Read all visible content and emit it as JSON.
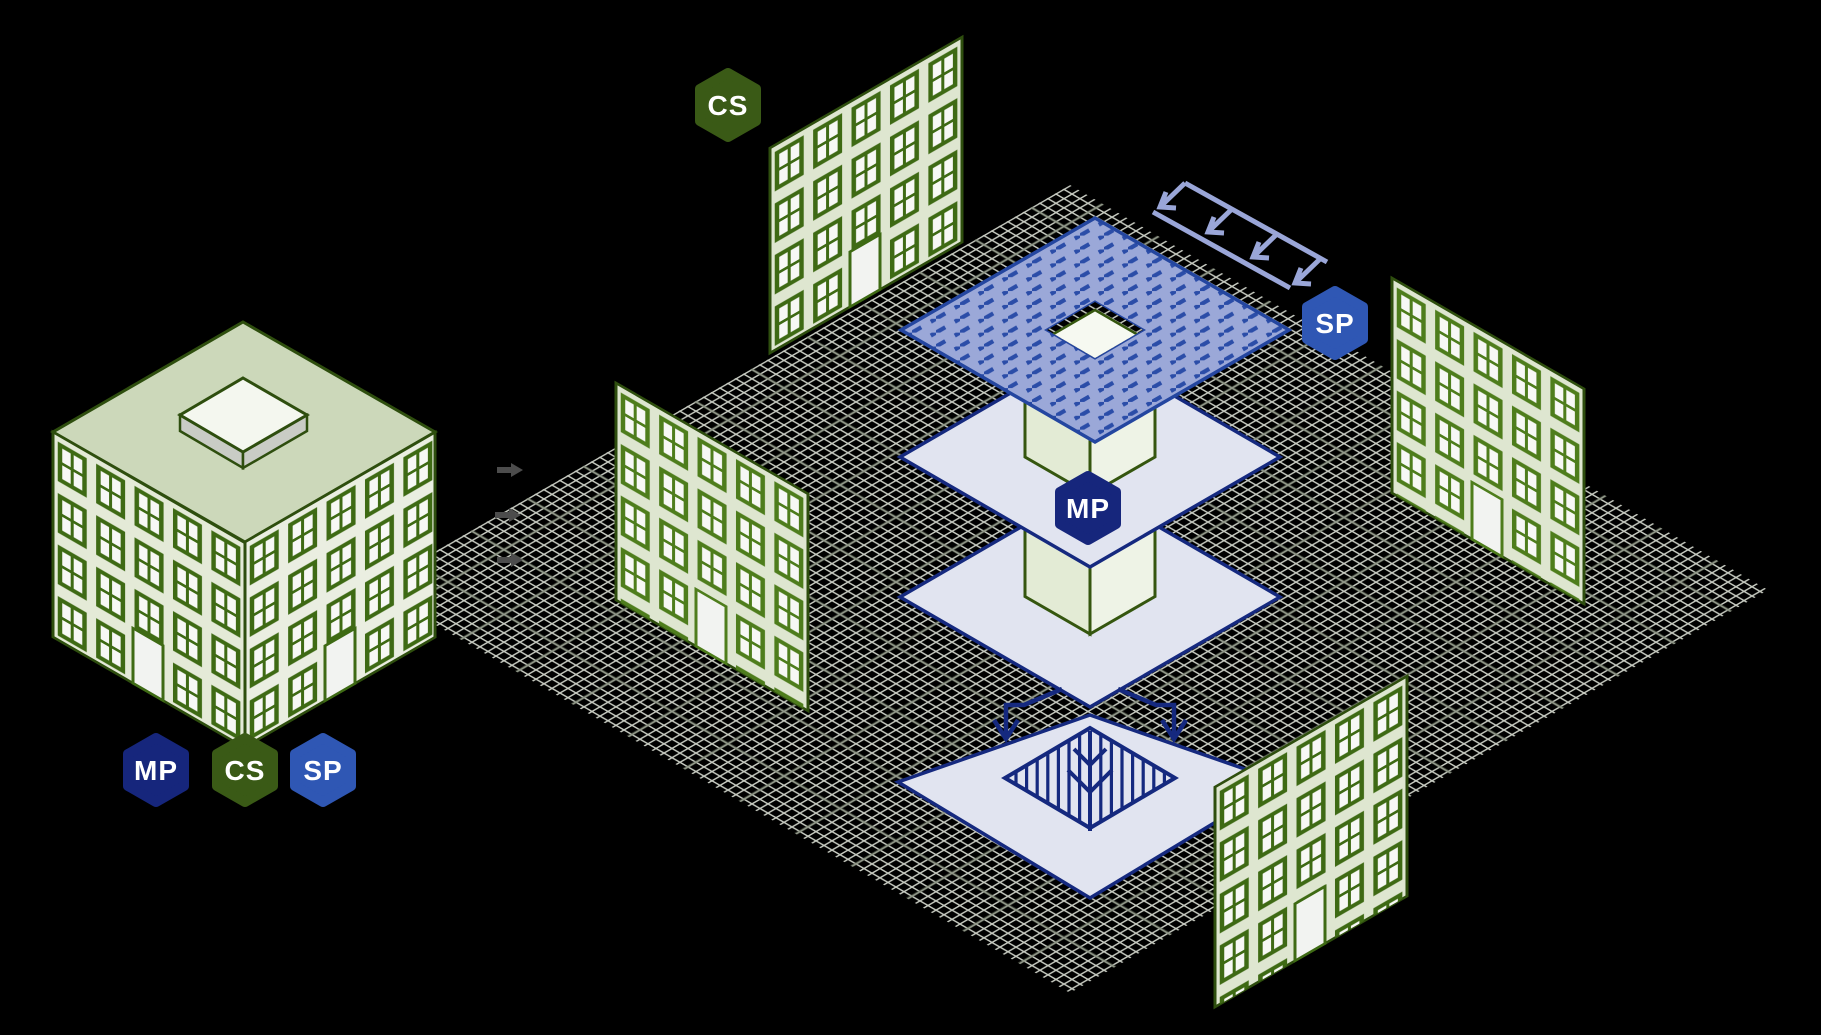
{
  "colors": {
    "background": "#000000",
    "outline_green": "#2e4e0e",
    "window_frame_dark": "#3e6a14",
    "window_frame_mid": "#4e7d1c",
    "facade_fill": "#dee6d0",
    "building_left_wall": "#e4ead7",
    "building_right_wall": "#eaeee1",
    "building_roof": "#ccd8ba",
    "roofbox_top": "#f4f7ef",
    "roofbox_side": "#c9ccc5",
    "window_pane": "#f7f8f5",
    "grid_line": "#c8ccc2",
    "grid_streak": "#6a7360",
    "slab_fill": "#9ba8d8",
    "slab_dash": "#2b4da8",
    "slab_edge": "#2446a0",
    "plate_fill": "#e1e4f0",
    "navy": "#15297f",
    "core_left": "#e3ebd5",
    "core_right": "#eef3e6",
    "core_top": "#f6f9f1",
    "load_arrow": "#9aa6d8",
    "gray_arrow": "#4c4c4c",
    "badge_mp": "#16267c",
    "badge_cs": "#3a5a16",
    "badge_sp": "#2f57b4",
    "badge_text": "#ffffff"
  },
  "legend": {
    "badges": [
      {
        "id": "mp",
        "label": "MP"
      },
      {
        "id": "cs",
        "label": "CS"
      },
      {
        "id": "sp",
        "label": "SP"
      }
    ]
  },
  "scene": {
    "top_facade_badge": {
      "label": "CS"
    },
    "center_stack_badge": {
      "label": "MP"
    },
    "load_badge": {
      "label": "SP"
    }
  },
  "icons": {
    "building-icon": "isometric cube office building with rooftop unit",
    "facade-icon": "flat standing building facade with windows and door",
    "grid-icon": "isometric cross-hatched ground mesh",
    "slab-icon": "blue dashed massing slab with courtyard opening",
    "core-icon": "vertical core column through floor plates",
    "plate-icon": "lavender floor plate diamond",
    "tree-icon": "hatched courtyard diamond with sapling",
    "down-arrows-icon": "navy bent load-transfer arrows pointing down",
    "distributed-load-icon": "periwinkle distributed load arrows",
    "flow-arrows-icon": "three gray right-pointing flow arrows"
  }
}
